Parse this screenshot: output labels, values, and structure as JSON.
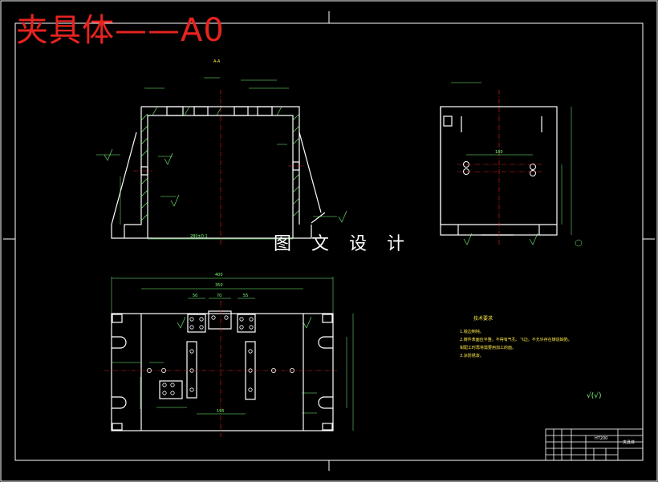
{
  "title": "夹具体——A0",
  "watermark": "图 文 设 计",
  "section_label": "A-A",
  "tech_requirements": {
    "title": "技术要求",
    "notes": [
      "1.锐边倒钝。",
      "2.铸件表面应平整，不得有气孔、飞边，不允许存在铸造缺陷。",
      "钳配工时再将需要用加工的面。",
      "3.涂防锈漆。"
    ]
  },
  "roughness_symbol": "√(√)",
  "title_block": {
    "drawing_code": "HT200",
    "part_name": "夹具体"
  },
  "dimensions": {
    "top_view_width": "280±0.1",
    "side_view_hole_spacing": "180",
    "plan_overall": "400",
    "plan_inner": "350",
    "plan_spacing": "195",
    "plan_dims_top": [
      "50",
      "70",
      "55"
    ]
  },
  "colors": {
    "outline": "#ffffff",
    "dimension": "#7dff7d",
    "centerline": "#e8231f",
    "text": "#ffe94a",
    "hatch": "#7dff7d"
  }
}
